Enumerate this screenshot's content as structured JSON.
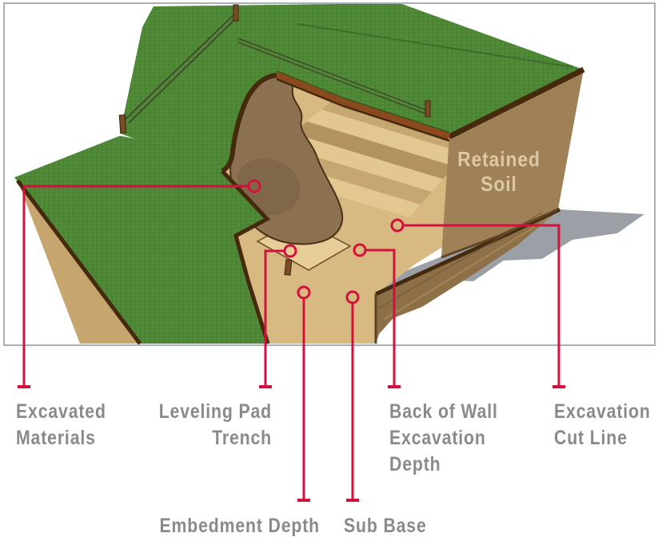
{
  "figure": {
    "type": "excavation-cross-section-diagram",
    "panel": {
      "background": "#ffffff",
      "border_color": "#a8b0b6"
    }
  },
  "scene": {
    "retained_soil_label": "Retained\nSoil",
    "features": [
      "grass-berm",
      "stepped-excavation",
      "excavated-soil-pile",
      "leveling-pad-trench",
      "survey-stakes",
      "string-lines",
      "drop-shadow"
    ]
  },
  "callouts": {
    "accent_color": "#d2123c",
    "label_color": "#8a8a8a",
    "items": [
      {
        "id": "excavated-materials",
        "label": "Excavated\nMaterials"
      },
      {
        "id": "leveling-pad-trench",
        "label": "Leveling Pad\nTrench"
      },
      {
        "id": "back-of-wall-excavation-depth",
        "label": "Back of Wall\nExcavation\nDepth"
      },
      {
        "id": "excavation-cut-line",
        "label": "Excavation\nCut Line"
      },
      {
        "id": "embedment-depth",
        "label": "Embedment Depth"
      },
      {
        "id": "sub-base",
        "label": "Sub Base"
      }
    ]
  },
  "palette": {
    "callout_red": "#d2123c",
    "label_gray": "#8a8a8a",
    "grass_green": "#4e8836",
    "grass_dark": "#3c6f27",
    "soil_tan": "#d7b981",
    "soil_brown": "#8d7047",
    "pile_brown": "#8b7150",
    "topsoil_dark": "#452a0e",
    "cut_strip_orange": "#8a4a1d",
    "shadow_gray": "#9aa0a5",
    "retained_text_cream": "#dbc9a6",
    "panel_border": "#a8b0b6"
  }
}
